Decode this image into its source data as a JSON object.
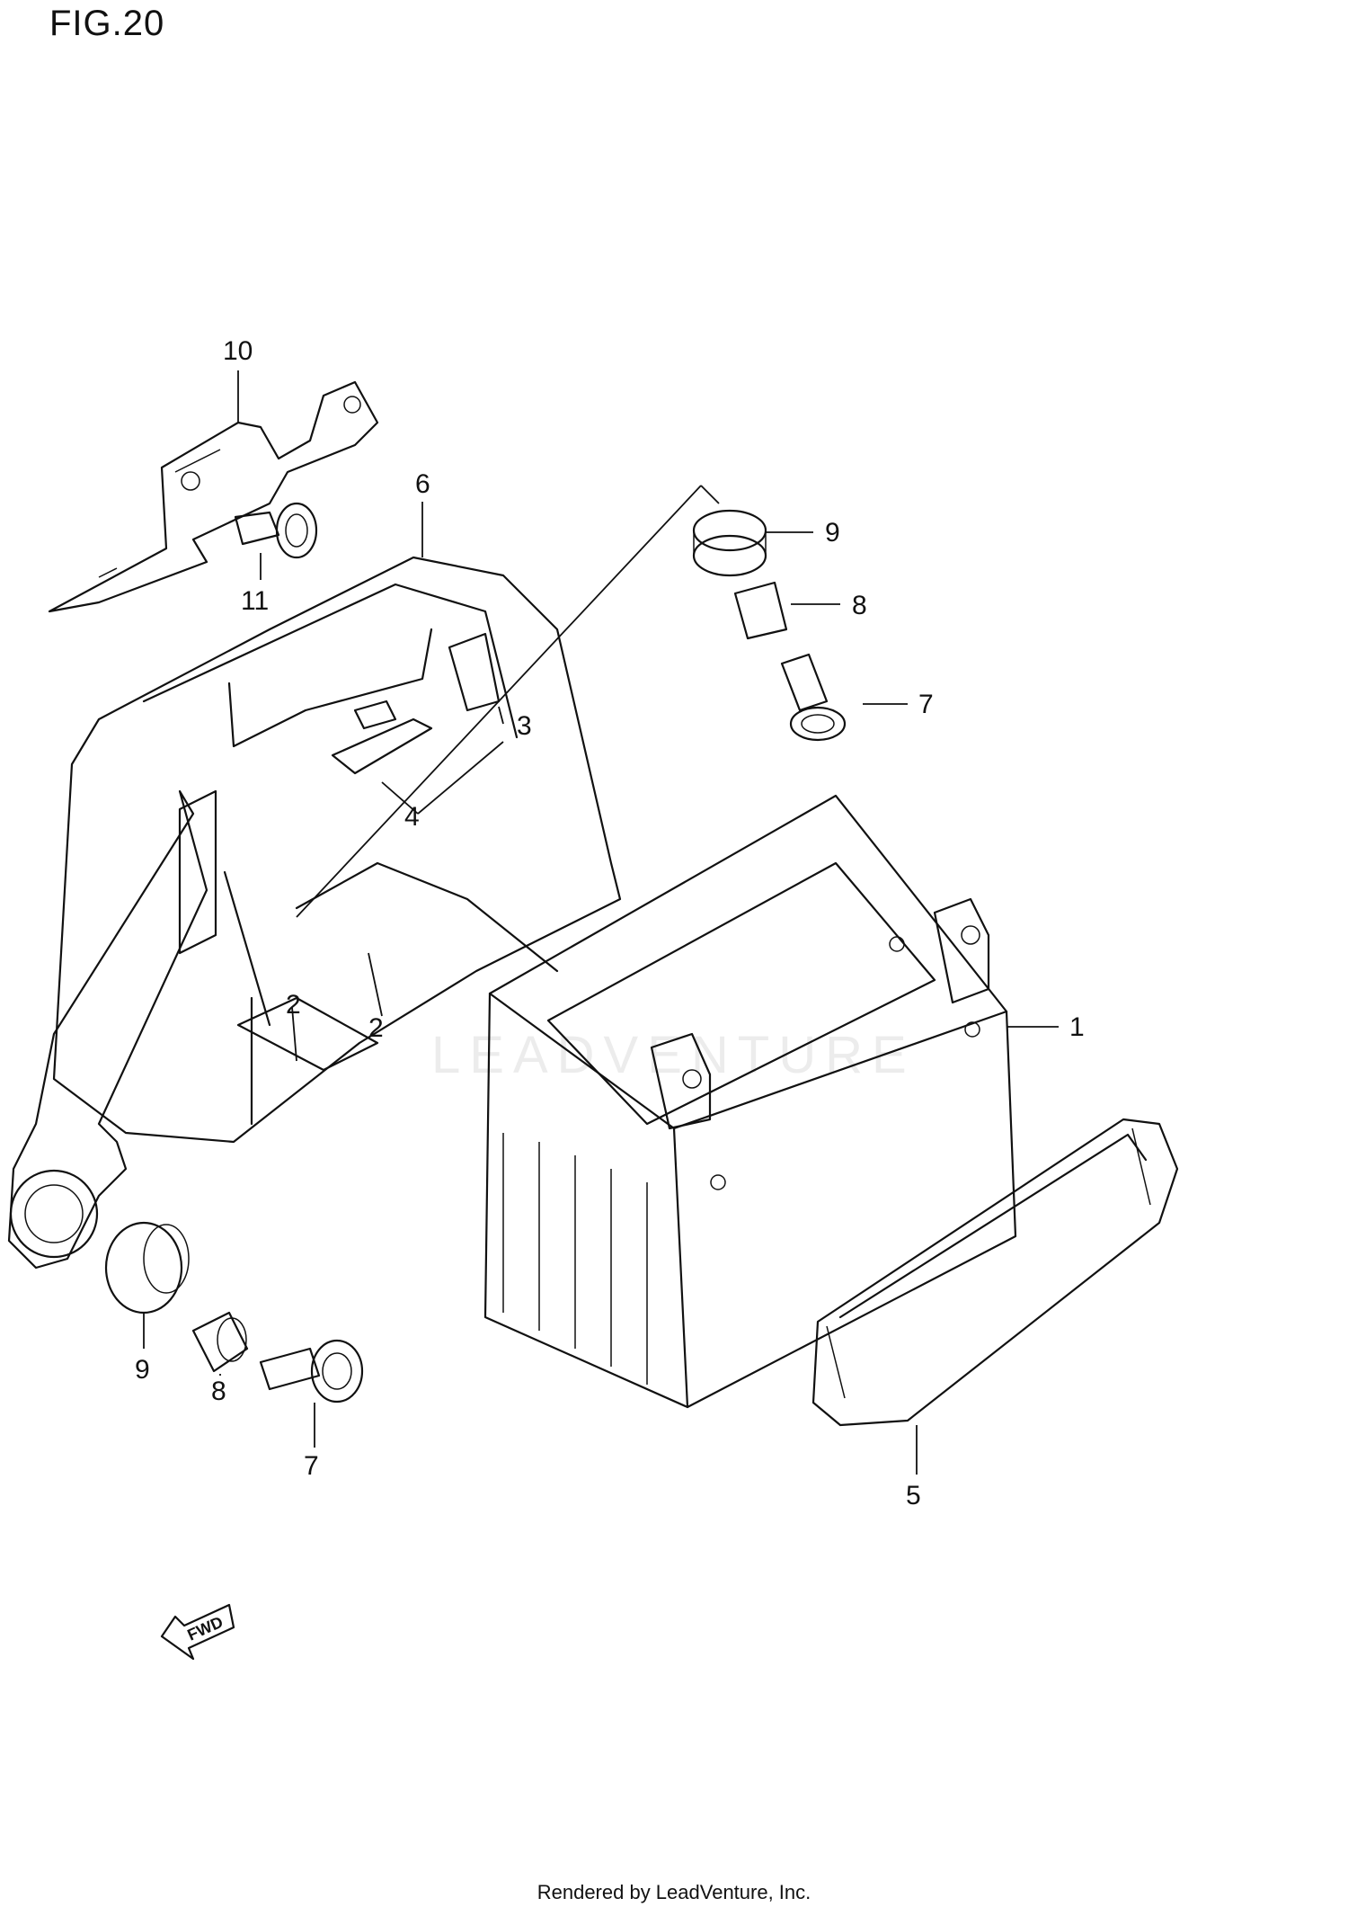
{
  "figure": {
    "title": "FIG.20"
  },
  "callouts": [
    {
      "id": "c10",
      "label": "10"
    },
    {
      "id": "c6",
      "label": "6"
    },
    {
      "id": "c11",
      "label": "11"
    },
    {
      "id": "c9a",
      "label": "9"
    },
    {
      "id": "c8a",
      "label": "8"
    },
    {
      "id": "c7a",
      "label": "7"
    },
    {
      "id": "c3",
      "label": "3"
    },
    {
      "id": "c4",
      "label": "4"
    },
    {
      "id": "c2a",
      "label": "2"
    },
    {
      "id": "c2b",
      "label": "2"
    },
    {
      "id": "c1",
      "label": "1"
    },
    {
      "id": "c9b",
      "label": "9"
    },
    {
      "id": "c8b",
      "label": "8"
    },
    {
      "id": "c7b",
      "label": "7"
    },
    {
      "id": "c5",
      "label": "5"
    }
  ],
  "fwd_indicator": {
    "label": "FWD",
    "icon": "fwd-arrow-icon"
  },
  "watermark": {
    "text": "LEADVENTURE"
  },
  "footer": {
    "credit": "Rendered by LeadVenture, Inc."
  }
}
